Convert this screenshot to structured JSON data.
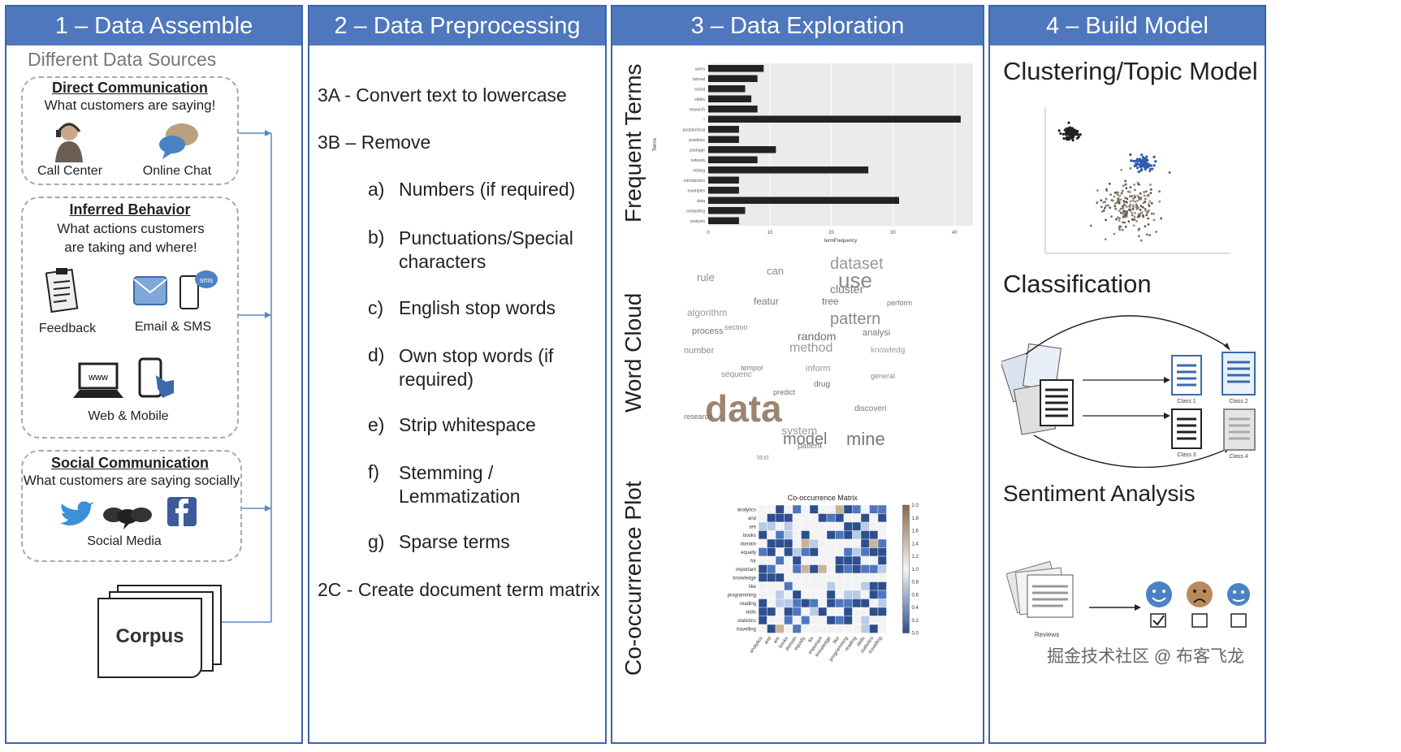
{
  "panels": [
    {
      "title": "1 – Data Assemble"
    },
    {
      "title": "2 – Data Preprocessing"
    },
    {
      "title": "3 – Data Exploration"
    },
    {
      "title": "4 – Build Model"
    }
  ],
  "assemble": {
    "sources_title": "Different  Data Sources",
    "direct": {
      "title": "Direct Communication",
      "subtitle": "What customers are saying!",
      "items": [
        "Call Center",
        "Online Chat"
      ]
    },
    "inferred": {
      "title": "Inferred Behavior",
      "subtitle": "What actions customers are taking and where!",
      "items": [
        "Feedback",
        "Email & SMS",
        "Web & Mobile"
      ],
      "email_badge": "sms",
      "www_label": "www"
    },
    "social": {
      "title": "Social Communication",
      "subtitle": "What customers are saying socially",
      "items": [
        "Social Media"
      ]
    },
    "corpus": "Corpus"
  },
  "preprocessing": {
    "lines": [
      {
        "marker": "",
        "text": "3A - Convert text to lowercase"
      },
      {
        "marker": "",
        "text": "3B – Remove"
      },
      {
        "marker": "a)",
        "text": "Numbers (if required)"
      },
      {
        "marker": "b)",
        "text": "Punctuations/Special characters"
      },
      {
        "marker": "c)",
        "text": "English stop words"
      },
      {
        "marker": "d)",
        "text": "Own stop words (if required)"
      },
      {
        "marker": "e)",
        "text": "Strip whitespace"
      },
      {
        "marker": "f)",
        "text": "Stemming / Lemmatization"
      },
      {
        "marker": "g)",
        "text": "Sparse terms"
      },
      {
        "marker": "",
        "text": "2C - Create document term matrix"
      }
    ]
  },
  "exploration": {
    "labels": [
      "Frequent Terms",
      "Word Cloud",
      "Co-occurrence Plot"
    ],
    "word_cloud": {
      "big": "data",
      "words": [
        "use",
        "dataset",
        "mine",
        "model",
        "pattern",
        "method",
        "cluster",
        "random",
        "system",
        "can",
        "rule",
        "tree",
        "algorithm",
        "featur",
        "number",
        "process",
        "inform",
        "analysi",
        "knowledg",
        "sequenc",
        "patient",
        "discoveri",
        "drug",
        "research",
        "tempor",
        "general",
        "predict",
        "perform",
        "section",
        "text"
      ]
    }
  },
  "chart_data": [
    {
      "type": "bar",
      "orientation": "horizontal",
      "categories": [
        "users",
        "tutorial",
        "social",
        "slides",
        "research",
        "r",
        "postdoctoral",
        "positions",
        "package",
        "network",
        "mining",
        "introduction",
        "examples",
        "data",
        "computing",
        "analysis"
      ],
      "values": [
        9,
        8,
        6,
        7,
        8,
        41,
        5,
        5,
        11,
        8,
        26,
        5,
        5,
        31,
        6,
        5
      ],
      "xlabel": "termFrequency",
      "ylabel": "Terms",
      "xticks": [
        "0",
        "10",
        "20",
        "30",
        "40"
      ],
      "xlim": [
        0,
        43
      ],
      "grid": true
    },
    {
      "type": "heatmap",
      "title": "Co-occurrence Matrix",
      "rows": [
        "analytics",
        "and",
        "are",
        "books",
        "domain",
        "equally",
        "for",
        "important",
        "knowledge",
        "like",
        "programming",
        "reading",
        "skills",
        "statistics",
        "travelling"
      ],
      "cols": [
        "analytics",
        "and",
        "are",
        "books",
        "domain",
        "equally",
        "for",
        "important",
        "knowledge",
        "like",
        "programming",
        "reading",
        "skills",
        "statistics",
        "travelling"
      ],
      "colorbar_ticks": [
        "0.0",
        "0.2",
        "0.4",
        "0.6",
        "0.8",
        "1.0",
        "1.2",
        "1.4",
        "1.6",
        "1.8",
        "2.0"
      ],
      "vmin": 0,
      "vmax": 2
    }
  ],
  "model": {
    "titles": [
      "Clustering/Topic Model",
      "Classification",
      "Sentiment Analysis"
    ],
    "class_labels": [
      "Class 1",
      "Class 2",
      "Class 3",
      "Class 4"
    ],
    "reviews_label": "Reviews"
  },
  "watermark": "掘金技术社区 @ 布客飞龙",
  "colors": {
    "header": "#4f77bd",
    "border": "#3c64a8",
    "bar": "#222222",
    "accent_blue": "#2d4f8f"
  }
}
